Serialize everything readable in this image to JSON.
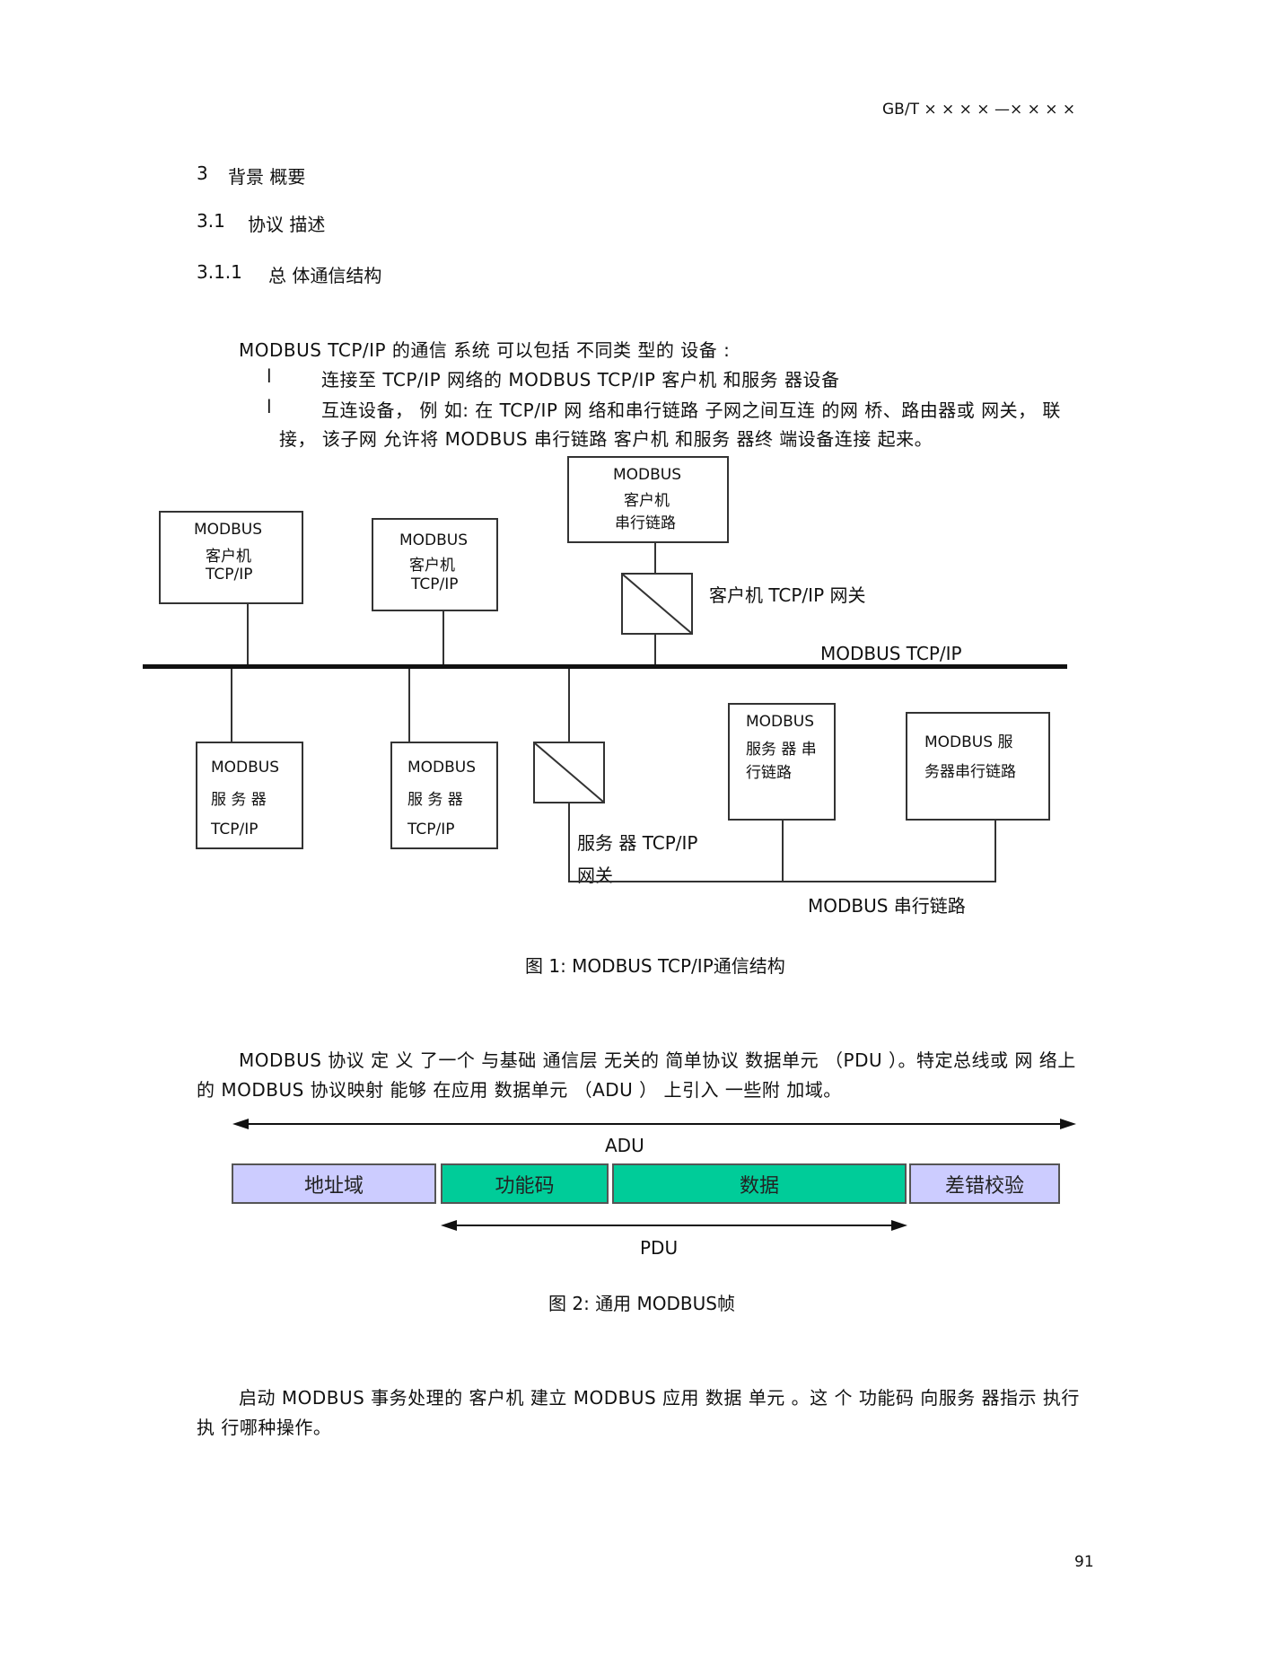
{
  "header": {
    "standard": "GB/T  × × × × —× × × ×"
  },
  "sections": {
    "s3": {
      "num": "3",
      "title": "背景 概要"
    },
    "s31": {
      "num": "3.1",
      "title": "协议 描述"
    },
    "s311": {
      "num": "3.1.1",
      "title": "总 体通信结构"
    }
  },
  "intro": {
    "line1": "MODBUS TCP/IP   的通信  系统 可以包括  不同类  型的  设备 :",
    "bullet_mark": "l",
    "bullet1": "连接至   TCP/IP  网络的  MODBUS TCP/IP   客户机  和服务  器设备",
    "bullet2_a": "互连设备，  例 如:  在  TCP/IP  网 络和串行链路  子网之间互连  的网 桥、路由器或 网关， 联",
    "bullet2_b": "接， 该子网 允许将   MODBUS   串行链路  客户机 和服务  器终 端设备连接  起来。"
  },
  "fig1": {
    "clients": [
      {
        "l1": "MODBUS",
        "l2": "客户机",
        "l3": "TCP/IP"
      },
      {
        "l1": "MODBUS",
        "l2": "客户机",
        "l3": "TCP/IP"
      },
      {
        "l1": "MODBUS",
        "l2": "客户机",
        "l3": "串行链路"
      }
    ],
    "client_gateway_label": "客户机   TCP/IP  网关",
    "bus_label": "MODBUS TCP/IP",
    "servers": [
      {
        "l1": "MODBUS",
        "l2": "服  务  器",
        "l3": "TCP/IP"
      },
      {
        "l1": "MODBUS",
        "l2": "服  务  器",
        "l3": "TCP/IP"
      }
    ],
    "serial_server_1": {
      "l1": "MODBUS",
      "l2": "服务 器 串",
      "l3": "行链路"
    },
    "serial_server_2": {
      "l1": "MODBUS      服",
      "l2": "务器串行链路"
    },
    "server_gateway_label_1": "服务 器 TCP/IP",
    "server_gateway_label_2": "网关",
    "serial_link_label": "MODBUS    串行链路",
    "caption": "图 1:  MODBUS TCP/IP通信结构"
  },
  "para2": {
    "line1": "MODBUS   协议 定 义 了一个  与基础  通信层  无关的 简单协议  数据单元    （PDU ）。特定总线或  网 络上",
    "line2": "的 MODBUS   协议映射  能够 在应用 数据单元    （ADU  ） 上引入 一些附 加域。"
  },
  "fig2": {
    "adu_label": "ADU",
    "pdu_label": "PDU",
    "fields": [
      "地址域",
      "功能码",
      "数据",
      "差错校验"
    ],
    "colors": {
      "address": "#ccccff",
      "pdu": "#00cc99",
      "check": "#ccccff"
    },
    "caption": "图 2:  通用   MODBUS帧"
  },
  "para3": {
    "line1": "启动 MODBUS   事务处理的   客户机 建立  MODBUS   应用 数据 单元 。这 个 功能码  向服务 器指示 执行",
    "line2": "执 行哪种操作。"
  },
  "page_number": "91"
}
